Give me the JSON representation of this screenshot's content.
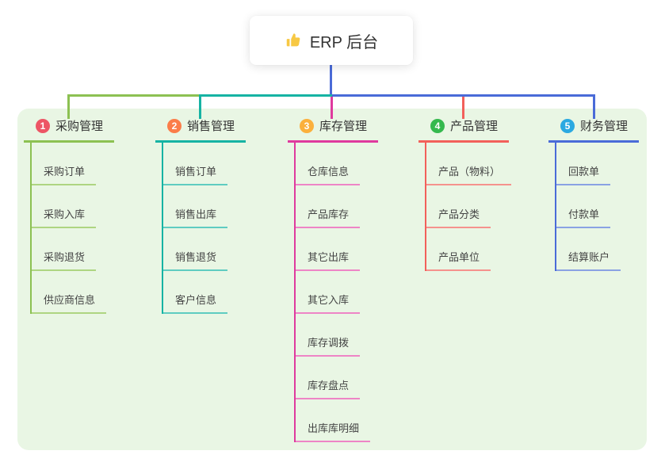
{
  "root": {
    "label": "ERP 后台",
    "icon": "thumbs-up"
  },
  "connector": {
    "root_color": "#4a6bd8"
  },
  "panel": {
    "bg_color": "#e9f6e4"
  },
  "branches": [
    {
      "number": "1",
      "label": "采购管理",
      "badge_color": "#ed5565",
      "line_color": "#8cc152",
      "child_line_color": "#aed581",
      "children": [
        "采购订单",
        "采购入库",
        "采购退货",
        "供应商信息"
      ]
    },
    {
      "number": "2",
      "label": "销售管理",
      "badge_color": "#fb7d49",
      "line_color": "#16b3a3",
      "child_line_color": "#5fccc1",
      "children": [
        "销售订单",
        "销售出库",
        "销售退货",
        "客户信息"
      ]
    },
    {
      "number": "3",
      "label": "库存管理",
      "badge_color": "#fbb03c",
      "line_color": "#df3a9e",
      "child_line_color": "#ee85c6",
      "children": [
        "仓库信息",
        "产品库存",
        "其它出库",
        "其它入库",
        "库存调拨",
        "库存盘点",
        "出库库明细"
      ]
    },
    {
      "number": "4",
      "label": "产品管理",
      "badge_color": "#35b94e",
      "line_color": "#f2605a",
      "child_line_color": "#f5928d",
      "children": [
        "产品（物料）",
        "产品分类",
        "产品单位"
      ]
    },
    {
      "number": "5",
      "label": "财务管理",
      "badge_color": "#2ba9e1",
      "line_color": "#4a6bd8",
      "child_line_color": "#8aa2e3",
      "children": [
        "回款单",
        "付款单",
        "结算账户"
      ]
    }
  ]
}
